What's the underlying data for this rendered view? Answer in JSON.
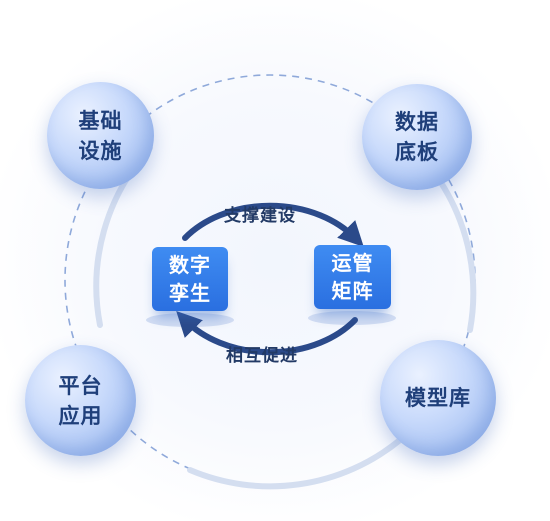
{
  "nodes": {
    "top_left": "基础\n设施",
    "top_right": "数据\n底板",
    "bottom_left": "平台\n应用",
    "bottom_right": "模型库"
  },
  "center": {
    "left_box": "数字\n孪生",
    "right_box": "运管\n矩阵",
    "top_label": "支撑建设",
    "bottom_label": "相互促进"
  },
  "colors": {
    "node_text": "#1f3f7a",
    "box_blue": "#2f78e8",
    "arrow_navy": "#2b4a8a",
    "ring": "#8fa9da"
  }
}
